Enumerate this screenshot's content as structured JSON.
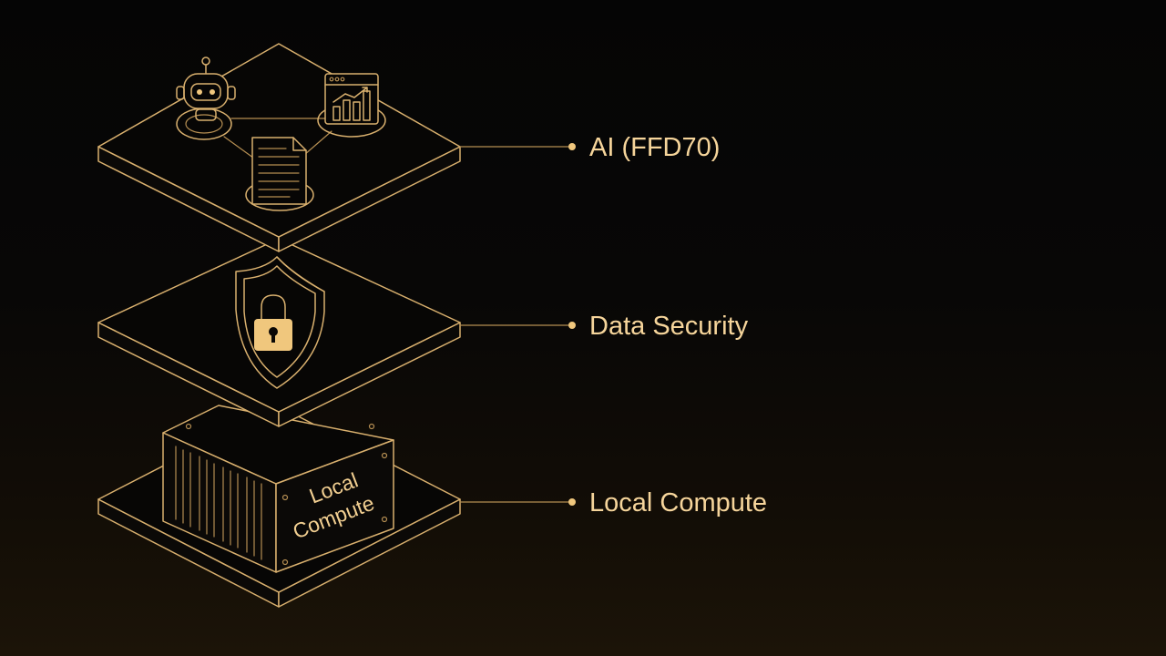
{
  "diagram": {
    "layers": [
      {
        "id": "ai",
        "label": "AI (FFD70)"
      },
      {
        "id": "security",
        "label": "Data Security"
      },
      {
        "id": "compute",
        "label": "Local Compute"
      }
    ],
    "server_box": {
      "line1": "Local",
      "line2": "Compute"
    }
  },
  "colors": {
    "accent": "#d9b06e",
    "label": "#f6d59b",
    "background": "#050505"
  }
}
